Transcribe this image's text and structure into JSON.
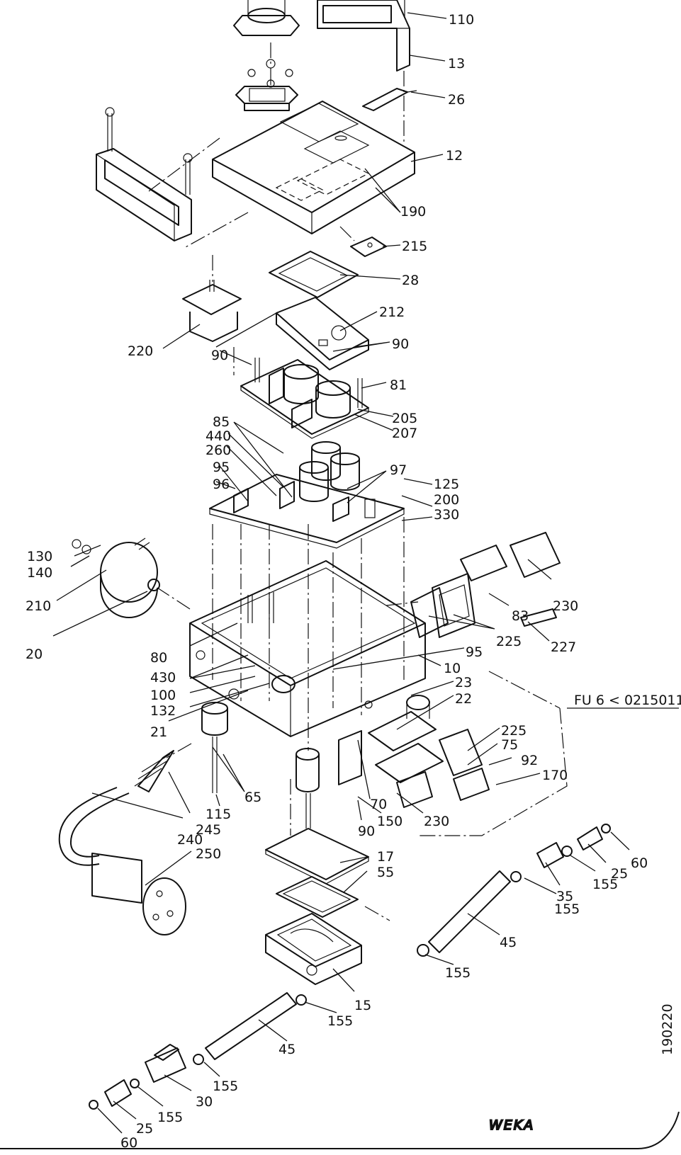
{
  "labels": {
    "l110": "110",
    "l13": "13",
    "l26": "26",
    "l12": "12",
    "l190": "190",
    "l215": "215",
    "l28": "28",
    "l212": "212",
    "l90a": "90",
    "l90b": "90",
    "l220": "220",
    "l81": "81",
    "l205": "205",
    "l207": "207",
    "l85": "85",
    "l440": "440",
    "l260": "260",
    "l95a": "95",
    "l96": "96",
    "l97": "97",
    "l125": "125",
    "l200": "200",
    "l330": "330",
    "l130": "130",
    "l140": "140",
    "l210": "210",
    "l20": "20",
    "l230a": "230",
    "l83": "83",
    "l225a": "225",
    "l227": "227",
    "l80": "80",
    "l430": "430",
    "l100": "100",
    "l132": "132",
    "l21": "21",
    "l95b": "95",
    "l10": "10",
    "l23": "23",
    "l22": "22",
    "l225b": "225",
    "l75": "75",
    "l92": "92",
    "l170": "170",
    "l65": "65",
    "l115": "115",
    "l70": "70",
    "l150": "150",
    "l90c": "90",
    "l230b": "230",
    "l240": "240",
    "l245": "245",
    "l250": "250",
    "l17": "17",
    "l55": "55",
    "l60a": "60",
    "l25a": "25",
    "l155a": "155",
    "l35": "35",
    "l155b": "155",
    "l45a": "45",
    "l155c": "155",
    "l15": "15",
    "l155d": "155",
    "l45b": "45",
    "l155e": "155",
    "l30": "30",
    "l155f": "155",
    "l25b": "25",
    "l60b": "60"
  },
  "reference_note": "FU 6 < 0215011",
  "drawing_number": "190220",
  "logo_text": "WEKA"
}
